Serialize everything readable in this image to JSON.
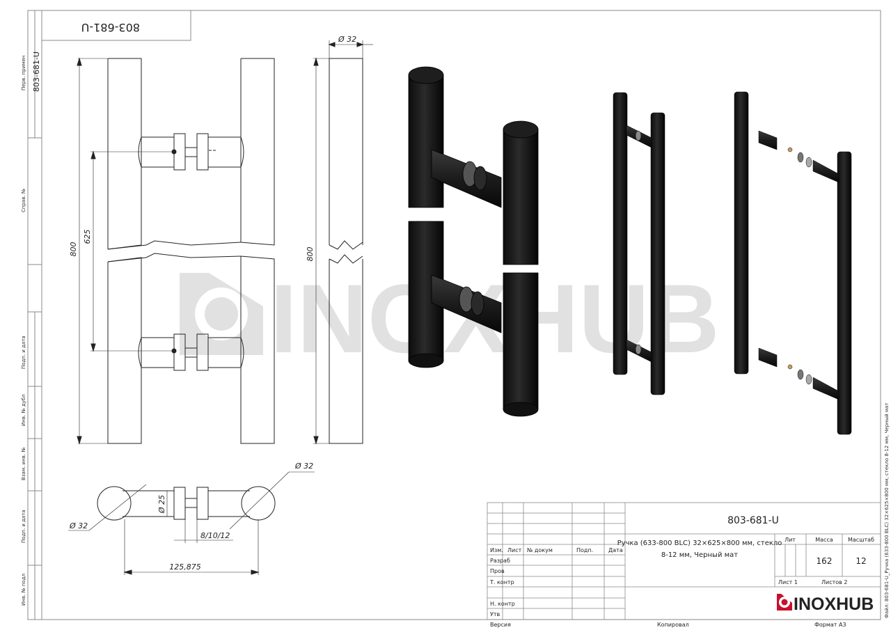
{
  "drawing": {
    "code": "803-681-U",
    "code_mirrored": "803-681-U",
    "watermark": "INOXHUB",
    "dimensions": {
      "diam_top": "Ø 32",
      "height_left": "800",
      "spacing": "625",
      "height_side": "800",
      "diam_right": "Ø 32",
      "diam_left": "Ø 32",
      "diam_post": "Ø 25",
      "glass": "8/10/12",
      "total": "125,875"
    }
  },
  "side_stamp": {
    "perv_label": "Перв. примен",
    "perv_value": "803-681-U",
    "sprav_label": "Справ. №",
    "podp_data_1": "Подп. и дата",
    "inv_dubl": "Инв. № дубл",
    "vzam_inv": "Взам. инв. №",
    "podp_data_2": "Подп. и дата",
    "inv_podl": "Инв. № подл"
  },
  "title_block": {
    "code": "803-681-U",
    "name_line1": "Ручка (633-800 BLC) 32×625×800 мм, стекло",
    "name_line2": "8-12 мм, Черный мат",
    "headers": {
      "izm": "Изм.",
      "list": "Лист",
      "dokum": "№ докум",
      "podp": "Подп.",
      "data": "Дата"
    },
    "rows": {
      "razrab": "Разраб",
      "prov": "Пров",
      "tkontr": "Т. контр",
      "nkontr": "Н. контр",
      "utv": "Утв"
    },
    "lit_label": "Лит",
    "massa_label": "Масса",
    "masshtab_label": "Масштаб",
    "massa_value": "162",
    "masshtab_value": "12",
    "sheet": "Лист 1",
    "sheets": "Листов 2",
    "brand": "INOXHUB"
  },
  "footer": {
    "versiya": "Версия",
    "kopiroval": "Копировал",
    "format": "Формат А3"
  },
  "file_stamp": "Файл: 803-681-U_Ручка (633-800 BLC) 32×625×800 мм, стекло 8-12 мм, Черный мат"
}
